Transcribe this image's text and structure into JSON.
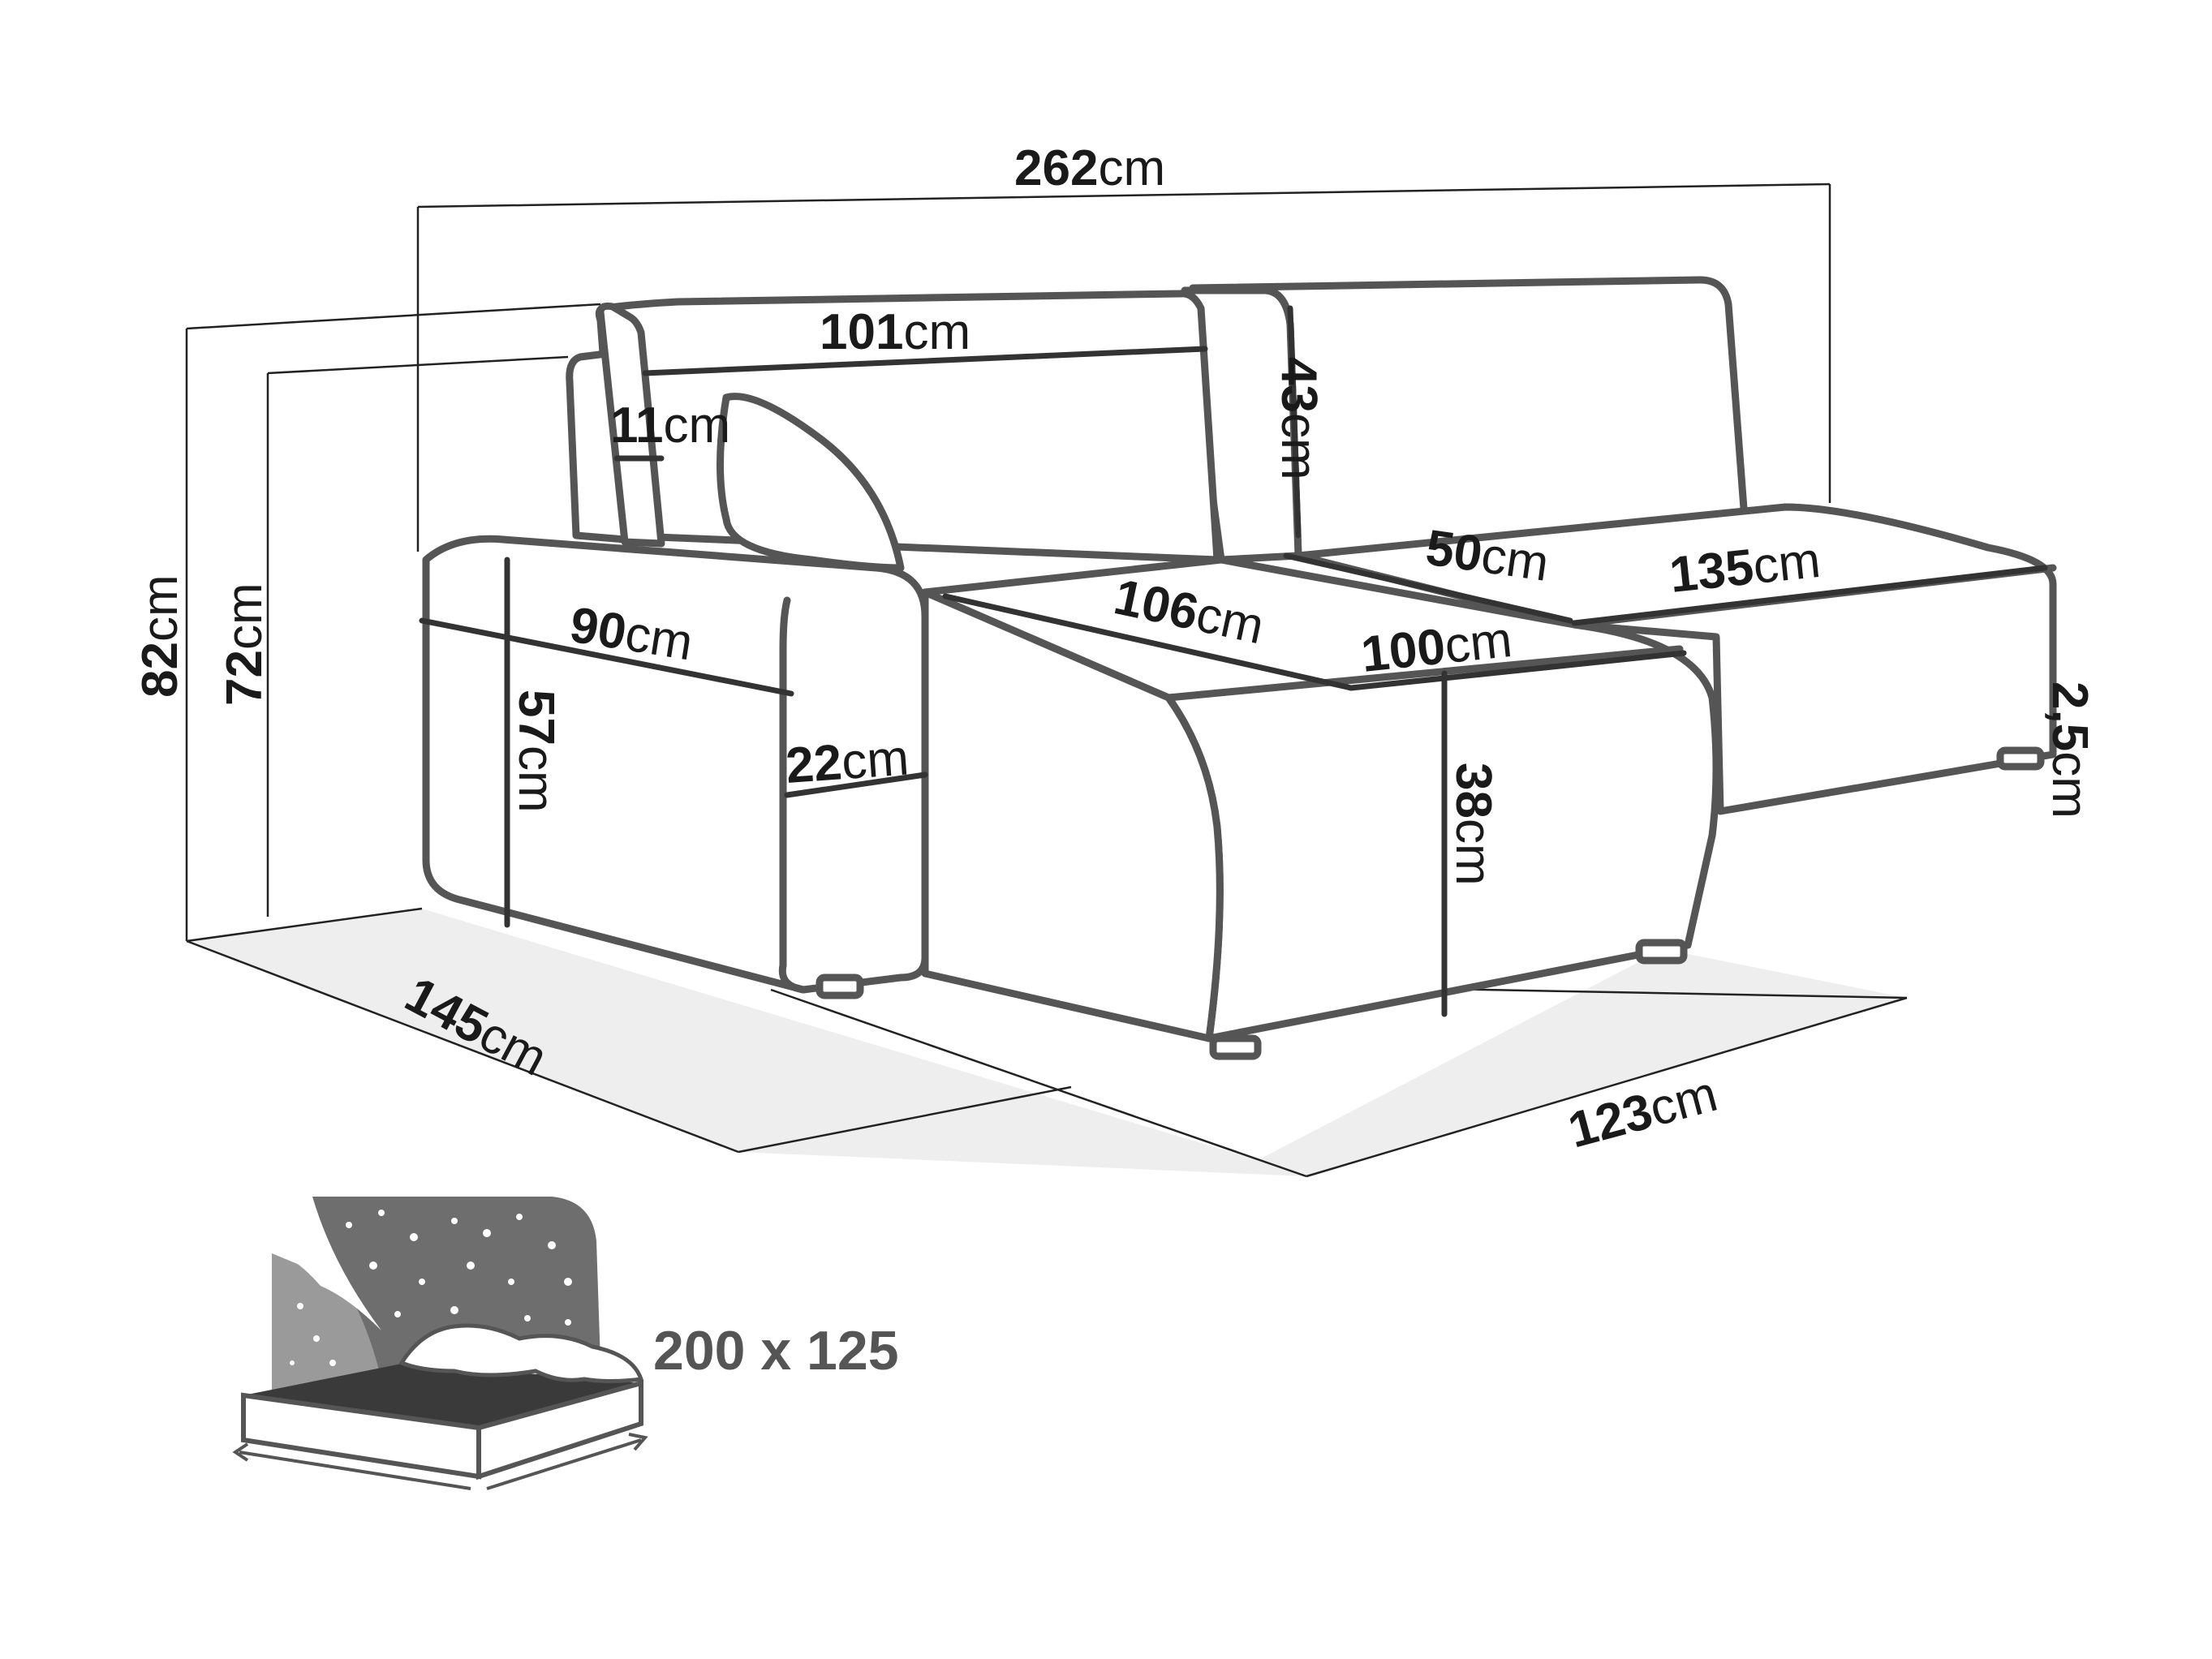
{
  "dimensions": {
    "total_width": {
      "value": "262",
      "unit": "cm"
    },
    "backrest_width": {
      "value": "101",
      "unit": "cm"
    },
    "backrest_height": {
      "value": "43",
      "unit": "cm"
    },
    "armrest_top": {
      "value": "11",
      "unit": "cm"
    },
    "total_height": {
      "value": "82",
      "unit": "cm"
    },
    "seat_back_height": {
      "value": "72",
      "unit": "cm"
    },
    "armrest_length": {
      "value": "90",
      "unit": "cm"
    },
    "armrest_height": {
      "value": "57",
      "unit": "cm"
    },
    "armrest_width": {
      "value": "22",
      "unit": "cm"
    },
    "seat_depth": {
      "value": "106",
      "unit": "cm"
    },
    "seat_width": {
      "value": "100",
      "unit": "cm"
    },
    "seat_height": {
      "value": "38",
      "unit": "cm"
    },
    "chaise_depth": {
      "value": "50",
      "unit": "cm"
    },
    "chaise_length": {
      "value": "135",
      "unit": "cm"
    },
    "leg_height": {
      "value": "2,5",
      "unit": "cm"
    },
    "depth_left": {
      "value": "145",
      "unit": "cm"
    },
    "depth_right": {
      "value": "123",
      "unit": "cm"
    }
  },
  "bed": {
    "size_label": "200 x 125"
  },
  "icons": {
    "bed_icon": "bed-with-night-sky-icon"
  }
}
